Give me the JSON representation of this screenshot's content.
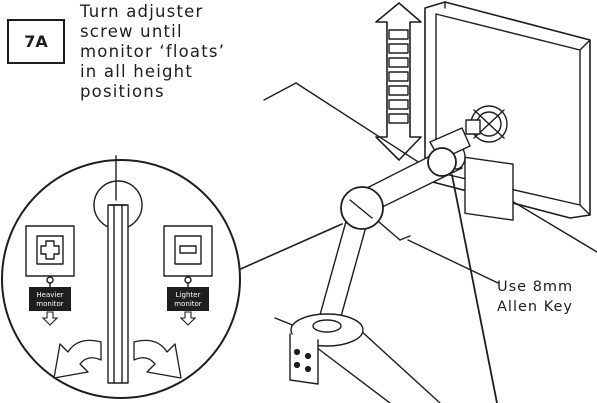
{
  "step": {
    "number": "7A",
    "instruction_lines": [
      "Turn adjuster",
      "screw until",
      "monitor ‘floats’",
      "in all height",
      "positions"
    ]
  },
  "callout": {
    "lines": [
      "Use 8mm",
      "Allen Key"
    ]
  },
  "adjust_left": {
    "symbol": "plus",
    "tag_line1": "Heavier",
    "tag_line2": "monitor"
  },
  "adjust_right": {
    "symbol": "minus",
    "tag_line1": "Lighter",
    "tag_line2": "monitor"
  },
  "icons": [
    "plus-icon",
    "minus-icon",
    "up-down-arrow-icon",
    "rotate-left-arrow-icon",
    "rotate-right-arrow-icon",
    "down-arrow-icon"
  ]
}
